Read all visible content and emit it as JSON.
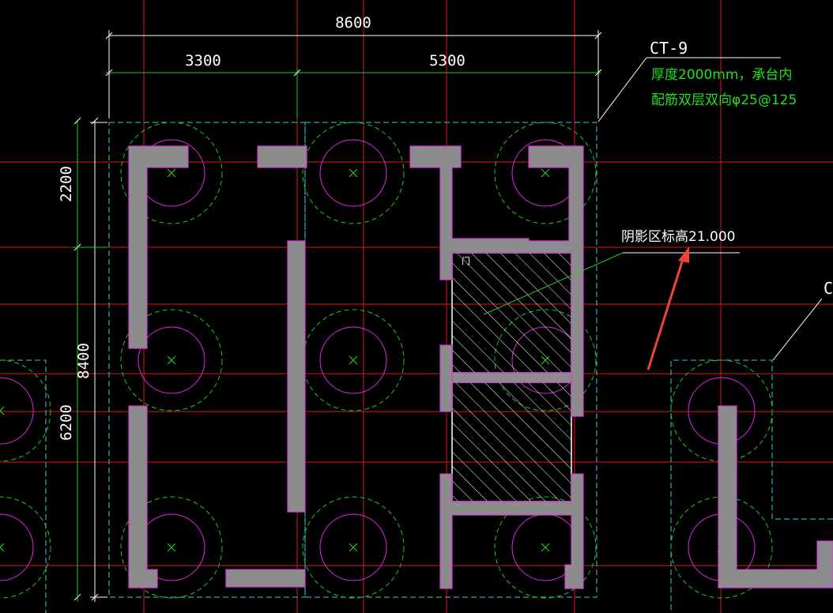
{
  "dimensions": {
    "overall_width": "8600",
    "left_span": "3300",
    "right_span": "5300",
    "overall_height": "8400",
    "top_segment": "2200",
    "bottom_segment": "6200"
  },
  "callout": {
    "tag": "CT-9",
    "note_line1": "厚度2000mm，承台内",
    "note_line2": "配筋双层双向φ25@125",
    "right_partial_tag": "C"
  },
  "shaded_area": {
    "label": "阴影区标高21.000",
    "corner_mark": "门"
  },
  "colors": {
    "background": "#000000",
    "grid": "#d81818",
    "cap_outline": "#3ccbd0",
    "pile_outer": "#1ec81e",
    "pile_inner": "#e028e0",
    "wall_fill": "#8c8c8c",
    "note_text": "#22e022",
    "arrow": "#e8463c"
  }
}
